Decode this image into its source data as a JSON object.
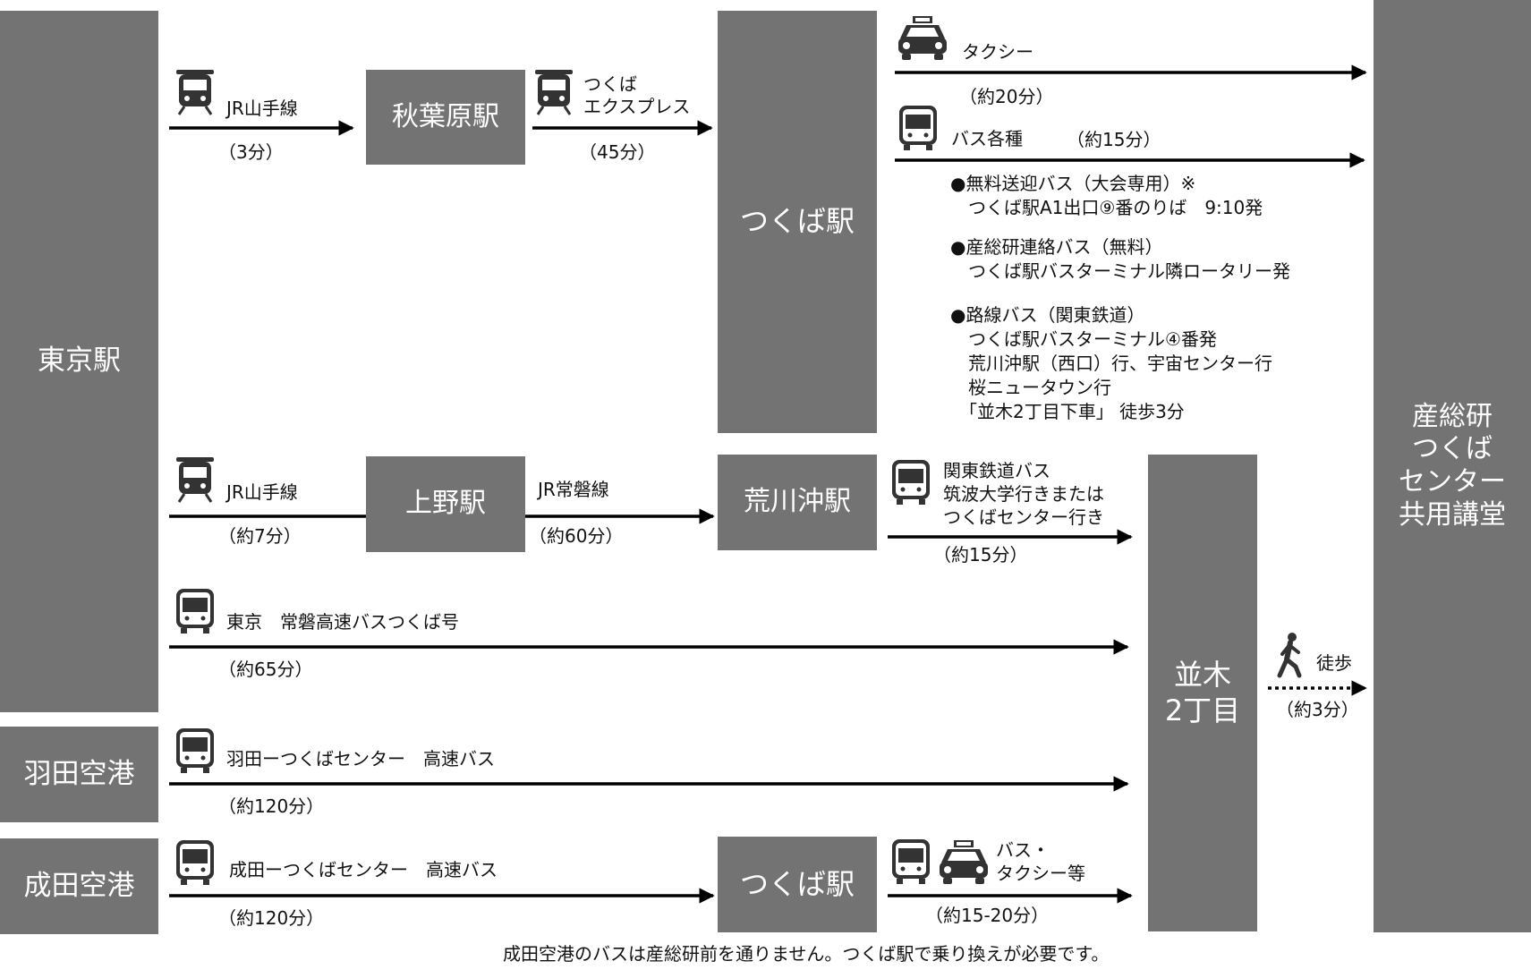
{
  "stations": {
    "tokyo": "東京駅",
    "haneda": "羽田空港",
    "narita": "成田空港",
    "akihabara": "秋葉原駅",
    "tsukuba_top": "つくば駅",
    "ueno": "上野駅",
    "arakawaoki": "荒川沖駅",
    "namiki": "並木\n2丁目",
    "tsukuba_bottom": "つくば駅",
    "destination": "産総研\nつくば\nセンター\n共用講堂"
  },
  "routes": {
    "jr_yamanote_1": {
      "label": "JR山手線",
      "time": "（3分）"
    },
    "tx": {
      "label": "つくば\nエクスプレス",
      "time": "（45分）"
    },
    "taxi": {
      "label": "タクシー",
      "time": "（約20分）"
    },
    "bus_kakushu": {
      "label": "バス各種",
      "time": "（約15分）"
    },
    "jr_yamanote_2": {
      "label": "JR山手線",
      "time": "（約7分）"
    },
    "jr_joban": {
      "label": "JR常磐線",
      "time": "（約60分）"
    },
    "kantetsu": {
      "label": "関東鉄道バス\n筑波大学行きまたは\nつくばセンター行き",
      "time": "（約15分）"
    },
    "joban_express": {
      "label": "東京　常磐高速バスつくば号",
      "time": "（約65分）"
    },
    "haneda_express": {
      "label": "羽田ーつくばセンター　高速バス",
      "time": "（約120分）"
    },
    "narita_express": {
      "label": "成田ーつくばセンター　高速バス",
      "time": "（約120分）"
    },
    "bus_taxi": {
      "label": "バス・\nタクシー等",
      "time": "（約15-20分）"
    },
    "walk": {
      "label": "徒歩",
      "time": "（約3分）"
    }
  },
  "bus_notes": [
    "●無料送迎バス（大会専用）※\n　つくば駅A1出口⑨番のりば　9:10発",
    "●産総研連絡バス（無料）\n　つくば駅バスターミナル隣ロータリー発",
    "●路線バス（関東鉄道）\n　つくば駅バスターミナル④番発\n　荒川沖駅（西口）行、宇宙センター行\n　桜ニュータウン行\n　「並木2丁目下車」 徒歩3分"
  ],
  "footnote": "成田空港のバスは産総研前を通りません。つくば駅で乗り換えが必要です。",
  "icons": {
    "train": "train-icon",
    "bus": "bus-icon",
    "taxi": "taxi-icon",
    "walk": "walking-person-icon"
  },
  "colors": {
    "box": "#737373",
    "line": "#000000"
  }
}
